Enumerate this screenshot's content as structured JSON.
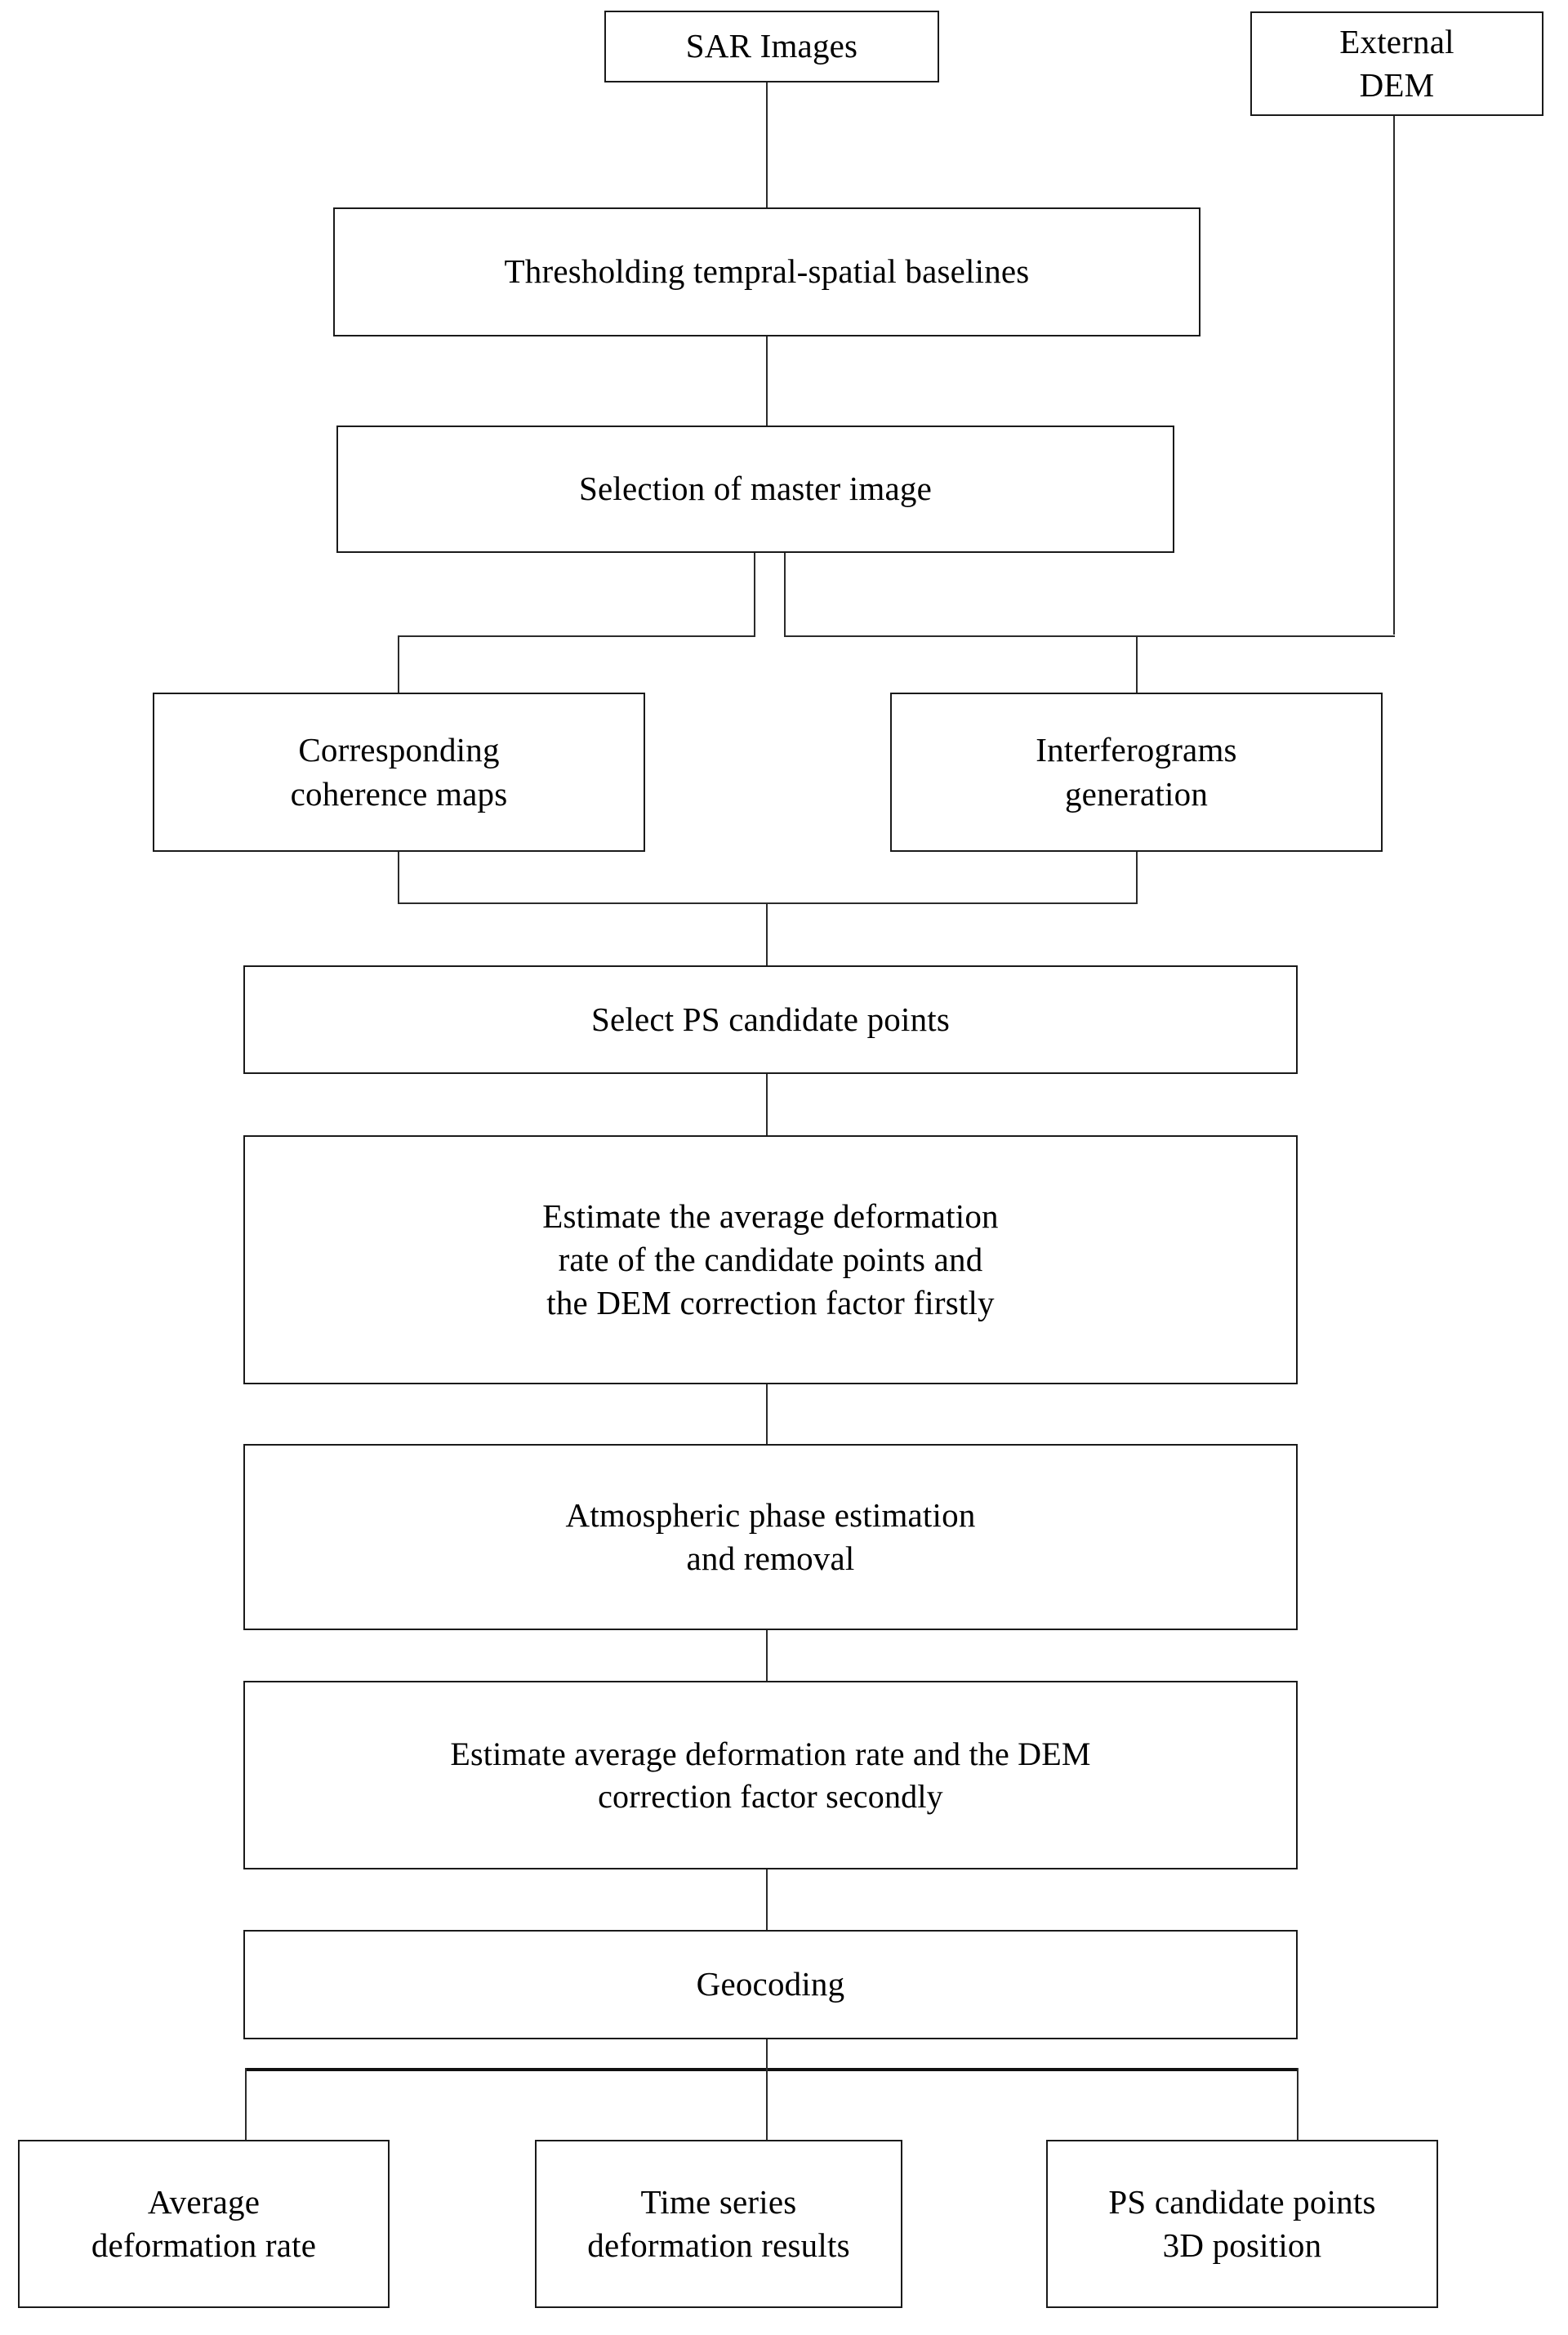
{
  "diagram": {
    "title": "PS-InSAR processing chain flowchart",
    "type": "flowchart",
    "orientation": "top-to-bottom",
    "background_color": "#ffffff",
    "box_border_color": "#1a1a1a",
    "connector_color": "#2b2b2b",
    "text_color": "#000000"
  },
  "nodes": {
    "sar_images": "SAR Images",
    "external_dem": "External\nDEM",
    "thresholding": "Thresholding tempral-spatial baselines",
    "master_selection": "Selection of master image",
    "coherence_maps": "Corresponding\ncoherence maps",
    "interferograms": "Interferograms\ngeneration",
    "select_ps": "Select PS candidate points",
    "estimate_first": "Estimate the average deformation\nrate of the candidate points  and\nthe DEM correction factor firstly",
    "atmospheric": "Atmospheric phase estimation\nand removal",
    "estimate_second": "Estimate average deformation rate and the DEM\ncorrection factor secondly",
    "geocoding": "Geocoding",
    "out_average_rate": "Average\ndeformation rate",
    "out_time_series": "Time series\ndeformation results",
    "out_ps_3d": "PS candidate points\n3D position"
  },
  "edges": [
    {
      "from": "sar_images",
      "to": "thresholding"
    },
    {
      "from": "thresholding",
      "to": "master_selection"
    },
    {
      "from": "master_selection",
      "to": "coherence_maps"
    },
    {
      "from": "master_selection",
      "to": "interferograms"
    },
    {
      "from": "external_dem",
      "to": "interferograms"
    },
    {
      "from": "coherence_maps",
      "to": "select_ps"
    },
    {
      "from": "interferograms",
      "to": "select_ps"
    },
    {
      "from": "select_ps",
      "to": "estimate_first"
    },
    {
      "from": "estimate_first",
      "to": "atmospheric"
    },
    {
      "from": "atmospheric",
      "to": "estimate_second"
    },
    {
      "from": "estimate_second",
      "to": "geocoding"
    },
    {
      "from": "geocoding",
      "to": "out_average_rate"
    },
    {
      "from": "geocoding",
      "to": "out_time_series"
    },
    {
      "from": "geocoding",
      "to": "out_ps_3d"
    }
  ]
}
